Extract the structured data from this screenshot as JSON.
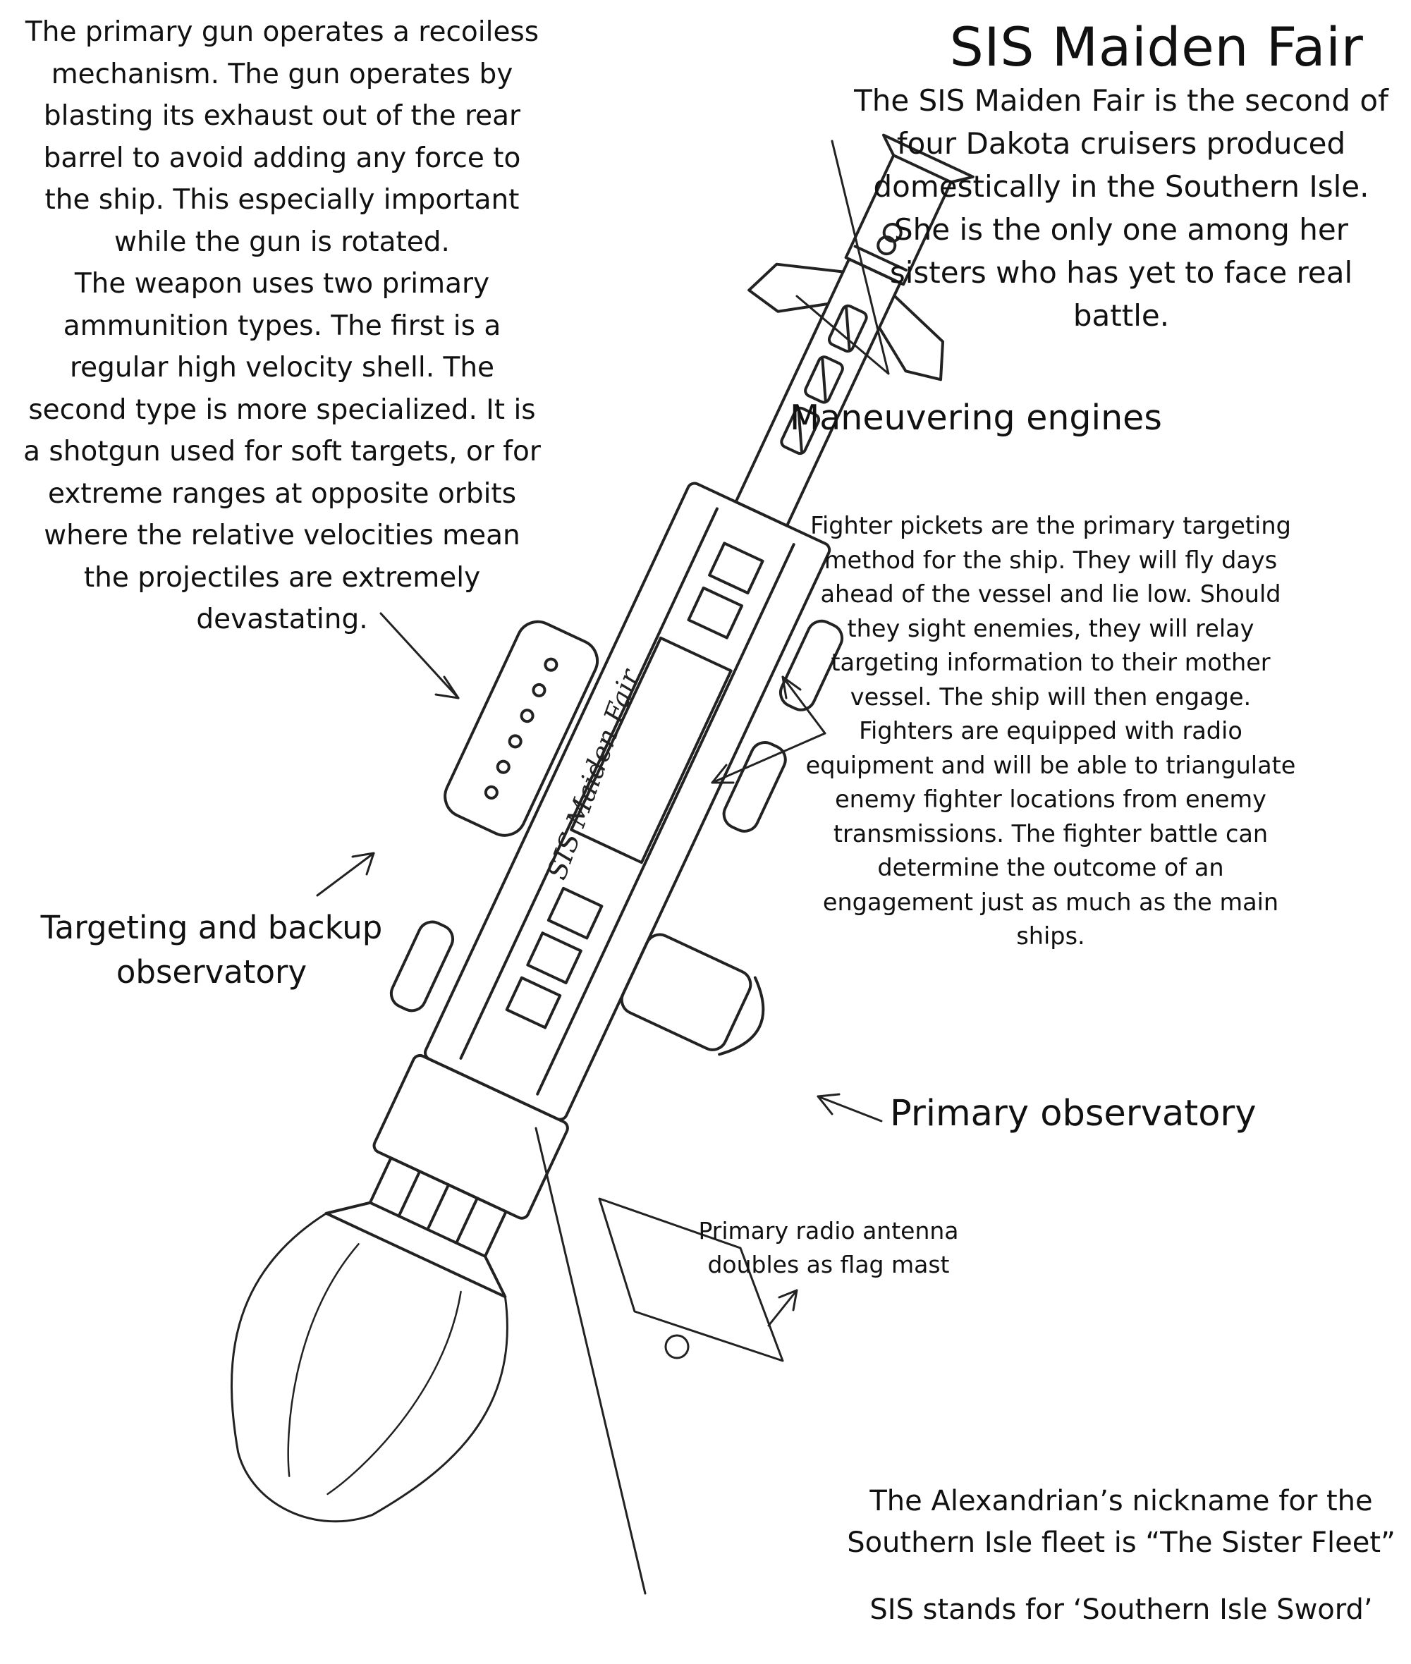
{
  "title": "SIS Maiden Fair",
  "intro": "The SIS Maiden Fair is the second of\nfour Dakota cruisers produced\ndomestically in the Southern Isle.\nShe is the only one among her\nsisters who has yet to face real\nbattle.",
  "gun_description": "The primary gun operates a recoiless\nmechanism. The gun operates by\nblasting its exhaust out of the rear\nbarrel to avoid adding any force to\nthe ship. This especially important\nwhile the gun is rotated.\nThe weapon uses two primary\nammunition types. The first is a\nregular high velocity shell. The\nsecond type is more specialized. It is\na shotgun used for soft targets, or for\nextreme ranges at opposite orbits\nwhere the relative velocities mean\nthe projectiles are extremely\ndevastating.",
  "labels": {
    "maneuvering_engines": "Maneuvering engines",
    "targeting_observatory": "Targeting and backup\nobservatory",
    "primary_observatory": "Primary observatory",
    "antenna": "Primary radio antenna\ndoubles as flag mast"
  },
  "fighter_pickets": "Fighter pickets are the primary targeting\nmethod for the ship. They will fly days\nahead of the vessel and lie low. Should\nthey sight enemies, they will relay\ntargeting information to their mother\nvessel. The ship will then engage.\nFighters are equipped with radio\nequipment and will be able to triangulate\nenemy fighter locations from enemy\ntransmissions. The fighter battle can\ndetermine the outcome of an\nengagement just as much as the main\nships.",
  "nickname_note": "The Alexandrian’s nickname for the\nSouthern Isle fleet is “The Sister Fleet”",
  "sis_meaning": "SIS stands for ‘Southern Isle Sword’",
  "hull_lettering": "SIS Maiden Fair",
  "colors": {
    "ink": "#111111",
    "paper": "#ffffff"
  }
}
